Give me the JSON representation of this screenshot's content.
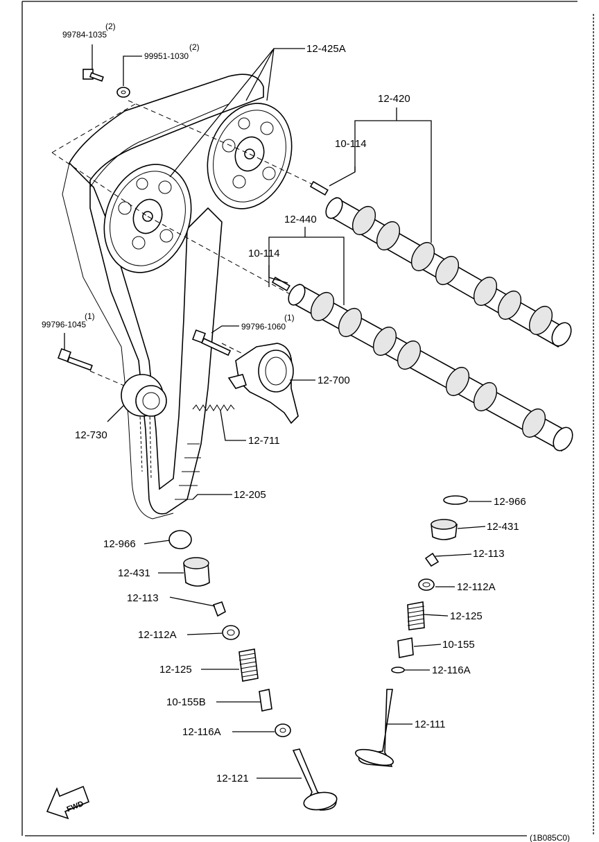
{
  "callouts": {
    "bolt_pulley": "99784-1035",
    "bolt_pulley_qty": "(2)",
    "washer": "99951-1030",
    "washer_qty": "(2)",
    "cam_pulley": "12-425A",
    "camshaft_exhaust": "12-420",
    "dowel_upper": "10-114",
    "camshaft_intake": "12-440",
    "dowel_lower": "10-114",
    "bolt_idler": "99796-1045",
    "bolt_idler_qty": "(1)",
    "bolt_tensioner": "99796-1060",
    "bolt_tensioner_qty": "(1)",
    "tensioner": "12-700",
    "idler": "12-730",
    "spring": "12-711",
    "belt": "12-205",
    "shim_r": "12-966",
    "tappet_r": "12-431",
    "keeper_r": "12-113",
    "upper_seat_r": "12-112A",
    "valve_spring_r": "12-125",
    "seal_r": "10-155",
    "lower_seat_r": "12-116A",
    "valve_exhaust": "12-111",
    "shim_l": "12-966",
    "tappet_l": "12-431",
    "keeper_l": "12-113",
    "upper_seat_l": "12-112A",
    "valve_spring_l": "12-125",
    "seal_l": "10-155B",
    "lower_seat_l": "12-116A",
    "valve_intake": "12-121"
  },
  "fwd_label": "FWD",
  "figure_code": "(1B085C0)",
  "icons": [
    "fwd-arrow-icon"
  ]
}
